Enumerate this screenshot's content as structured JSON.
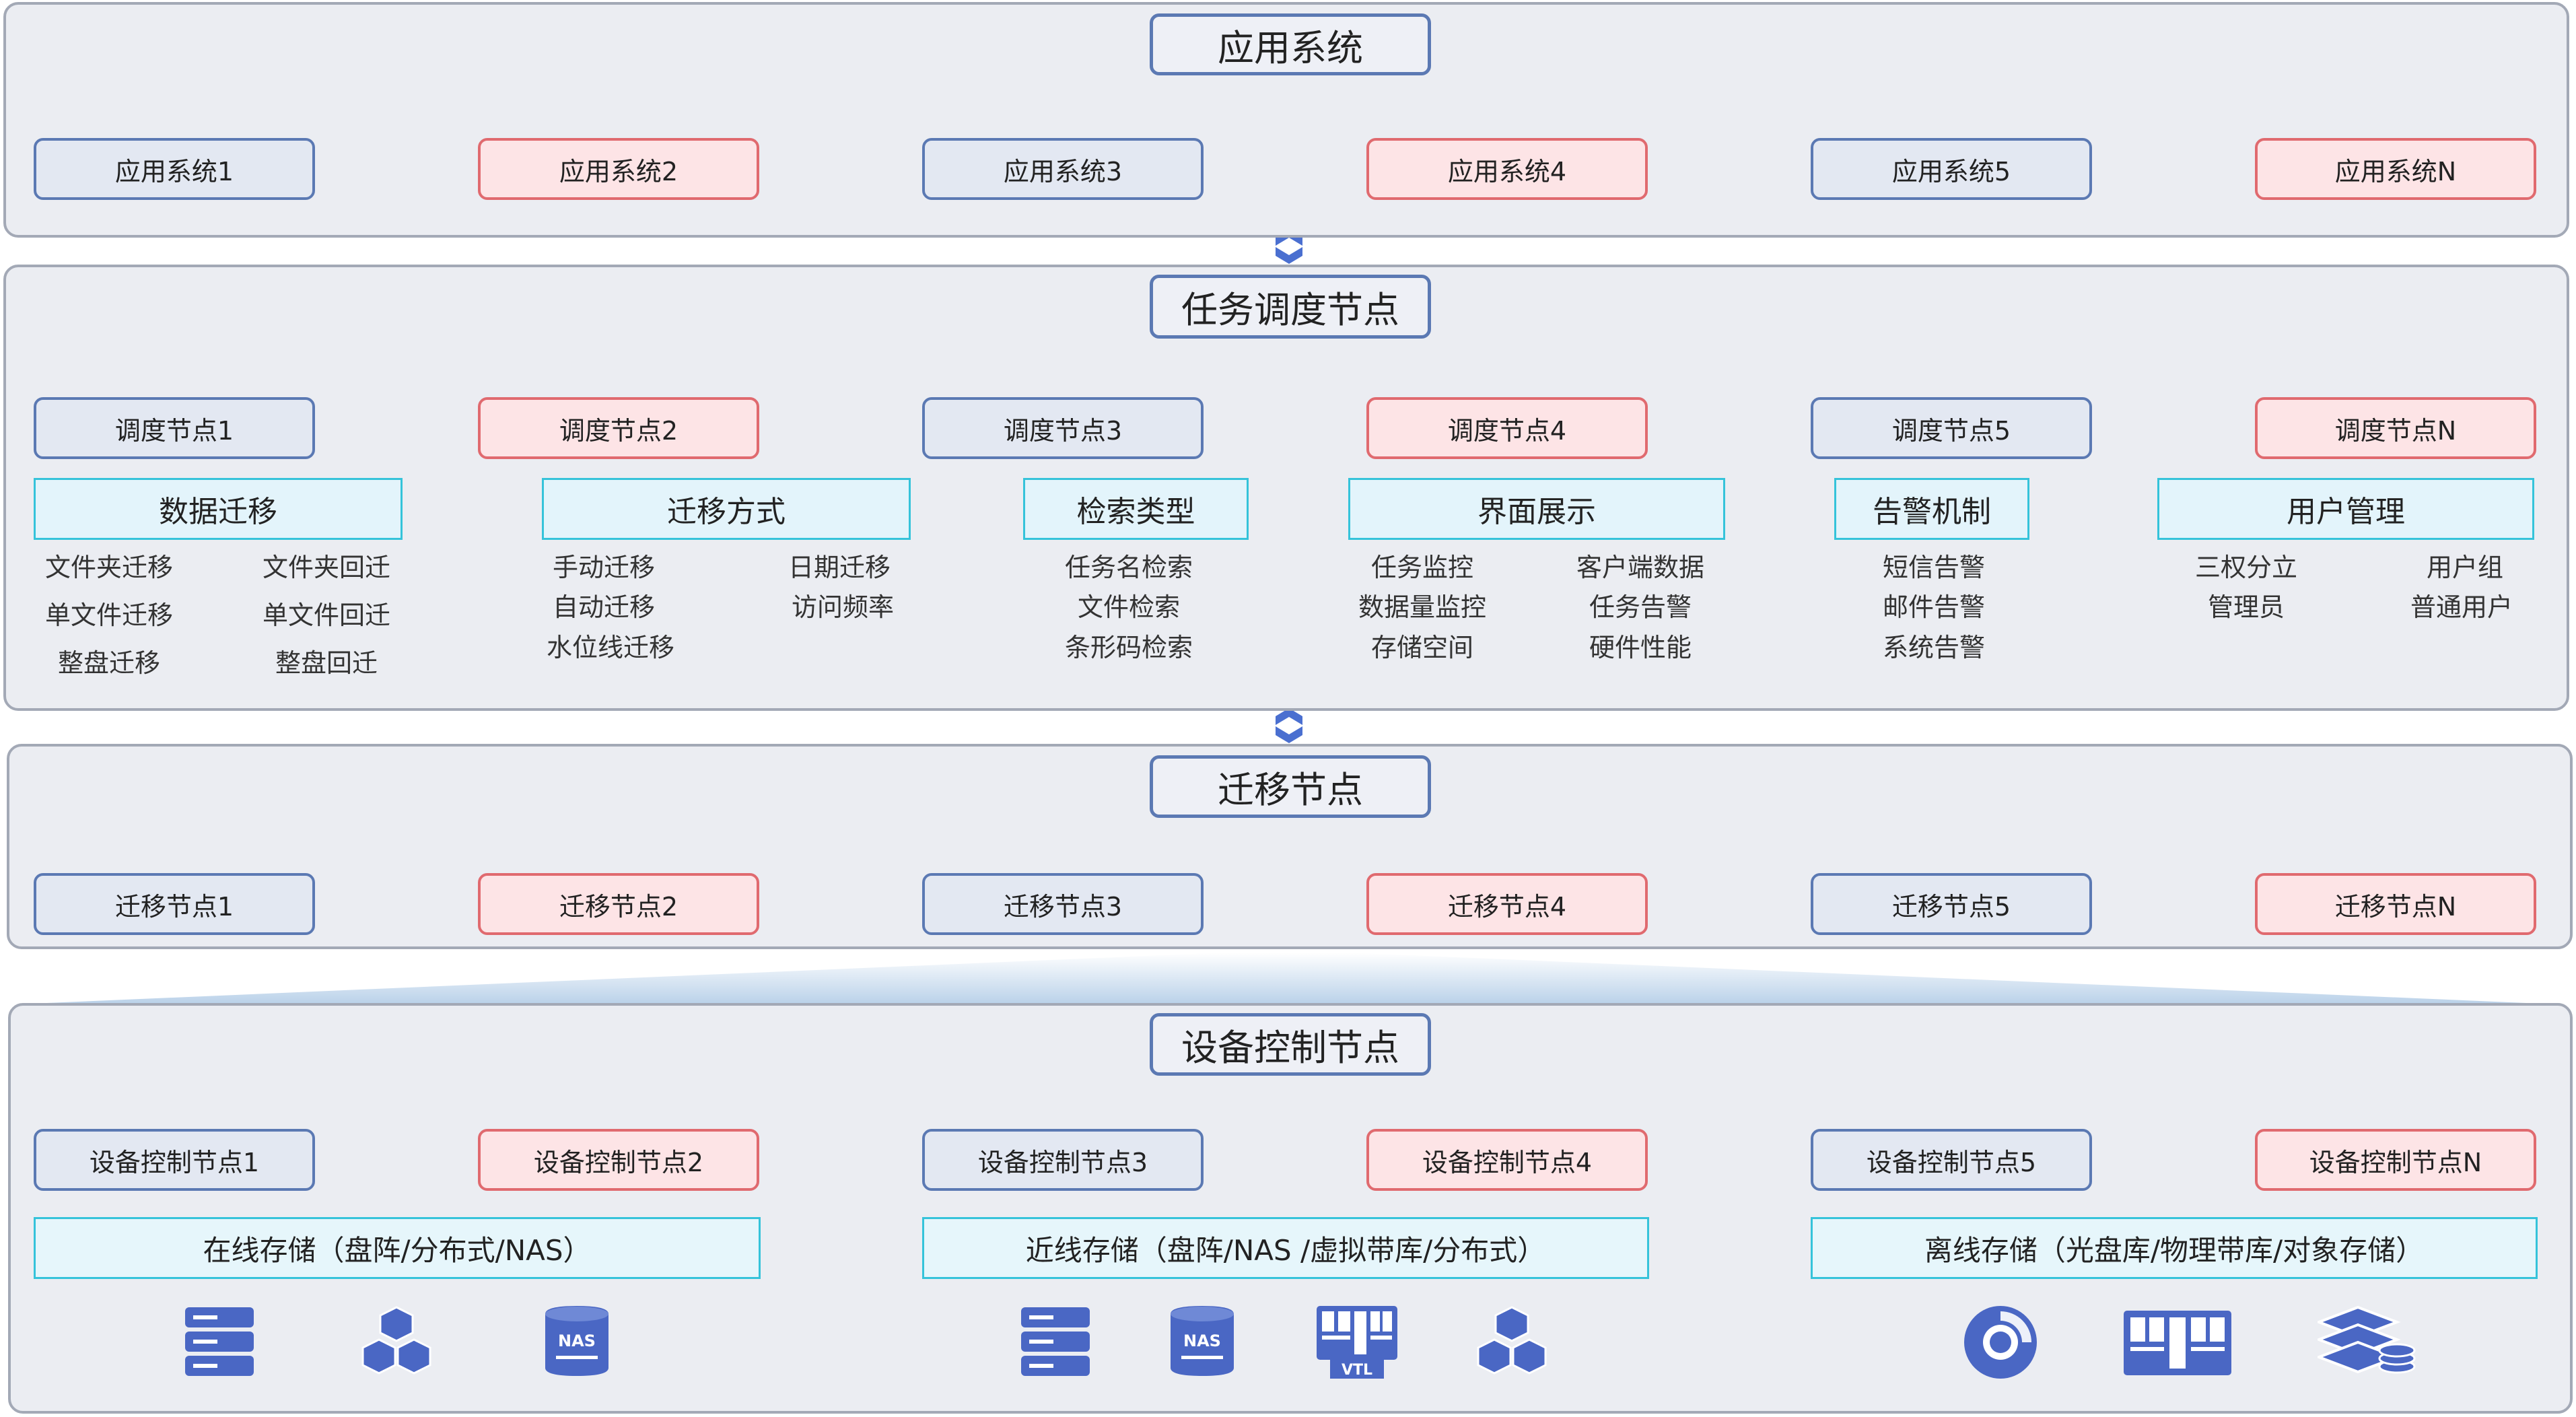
{
  "layers": {
    "app": {
      "title": "应用系统",
      "nodes": [
        "应用系统1",
        "应用系统2",
        "应用系统3",
        "应用系统4",
        "应用系统5",
        "应用系统N"
      ]
    },
    "scheduler": {
      "title": "任务调度节点",
      "nodes": [
        "调度节点1",
        "调度节点2",
        "调度节点3",
        "调度节点4",
        "调度节点5",
        "调度节点N"
      ],
      "categories": [
        {
          "title": "数据迁移",
          "items": [
            "文件夹迁移",
            "文件夹回迁",
            "单文件迁移",
            "单文件回迁",
            "整盘迁移",
            "整盘回迁"
          ]
        },
        {
          "title": "迁移方式",
          "items": [
            "手动迁移",
            "日期迁移",
            "自动迁移",
            "访问频率",
            "水位线迁移"
          ]
        },
        {
          "title": "检索类型",
          "items": [
            "任务名检索",
            "文件检索",
            "条形码检索"
          ]
        },
        {
          "title": "界面展示",
          "items": [
            "任务监控",
            "客户端数据",
            "数据量监控",
            "任务告警",
            "存储空间",
            "硬件性能"
          ]
        },
        {
          "title": "告警机制",
          "items": [
            "短信告警",
            "邮件告警",
            "系统告警"
          ]
        },
        {
          "title": "用户管理",
          "items": [
            "三权分立",
            "用户组",
            "管理员",
            "普通用户"
          ]
        }
      ]
    },
    "migration": {
      "title": "迁移节点",
      "nodes": [
        "迁移节点1",
        "迁移节点2",
        "迁移节点3",
        "迁移节点4",
        "迁移节点5",
        "迁移节点N"
      ]
    },
    "device": {
      "title": "设备控制节点",
      "nodes": [
        "设备控制节点1",
        "设备控制节点2",
        "设备控制节点3",
        "设备控制节点4",
        "设备控制节点5",
        "设备控制节点N"
      ],
      "storage": [
        "在线存储（盘阵/分布式/NAS）",
        "近线存储（盘阵/NAS /虚拟带库/分布式）",
        "离线存储（光盘库/物理带库/对象存储）"
      ],
      "icon_labels": {
        "nas": "NAS",
        "vtl": "VTL"
      },
      "icons": [
        "server-stack-icon",
        "distributed-cubes-icon",
        "nas-drive-icon",
        "server-stack-icon",
        "nas-drive-icon",
        "vtl-library-icon",
        "distributed-cubes-icon",
        "optical-disc-icon",
        "tape-library-icon",
        "object-storage-icon"
      ]
    }
  },
  "colors": {
    "blue_border": "#5b79b3",
    "red_border": "#e06a6f",
    "cyan_border": "#35c3da",
    "icon": "#4a67c4"
  }
}
